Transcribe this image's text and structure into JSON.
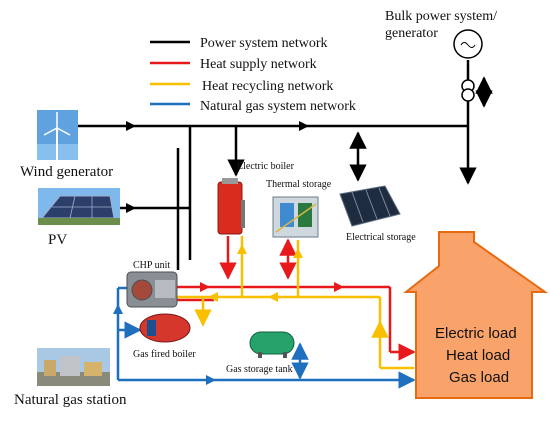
{
  "legend": {
    "power": {
      "label": "Power system network",
      "color": "#000000"
    },
    "heat": {
      "label": "Heat supply network",
      "color": "#e8191b"
    },
    "recycle": {
      "label": "Heat recycling network",
      "color": "#f9c000"
    },
    "gas": {
      "label": "Natural gas system network",
      "color": "#1f6fbf"
    }
  },
  "nodes": {
    "bulk": {
      "label_line1": "Bulk power system/",
      "label_line2": "generator"
    },
    "wind": {
      "label": "Wind generator"
    },
    "pv": {
      "label": "PV"
    },
    "electric_boiler": {
      "label": "Electric boiler"
    },
    "thermal_storage": {
      "label": "Thermal storage"
    },
    "electrical_storage": {
      "label": "Electrical storage"
    },
    "chp": {
      "label": "CHP unit"
    },
    "gas_boiler": {
      "label": "Gas fired boiler"
    },
    "gas_tank": {
      "label": "Gas storage tank"
    },
    "gas_station": {
      "label": "Natural gas station"
    }
  },
  "loads": {
    "electric": "Electric load",
    "heat": "Heat load",
    "gas": "Gas load"
  },
  "colors": {
    "house_fill": "#f9a36a",
    "house_stroke": "#e86a10"
  }
}
